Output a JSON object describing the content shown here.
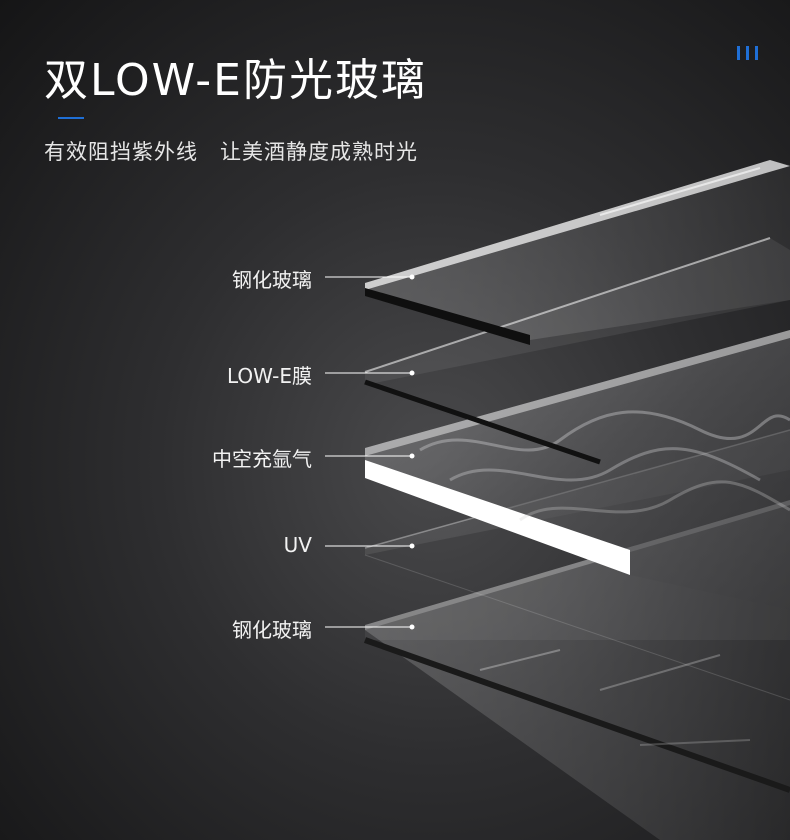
{
  "header": {
    "title": "双LOW-E防光玻璃",
    "subtitle": "有效阻挡紫外线　让美酒静度成熟时光"
  },
  "layers": [
    {
      "label": "钢化玻璃"
    },
    {
      "label": "LOW-E膜"
    },
    {
      "label": "中空充氩气"
    },
    {
      "label": "UV"
    },
    {
      "label": "钢化玻璃"
    }
  ],
  "colors": {
    "accent": "#1f6fd6",
    "background": "#2e2e30"
  },
  "icons": {
    "decoration": "three-bars-icon"
  }
}
